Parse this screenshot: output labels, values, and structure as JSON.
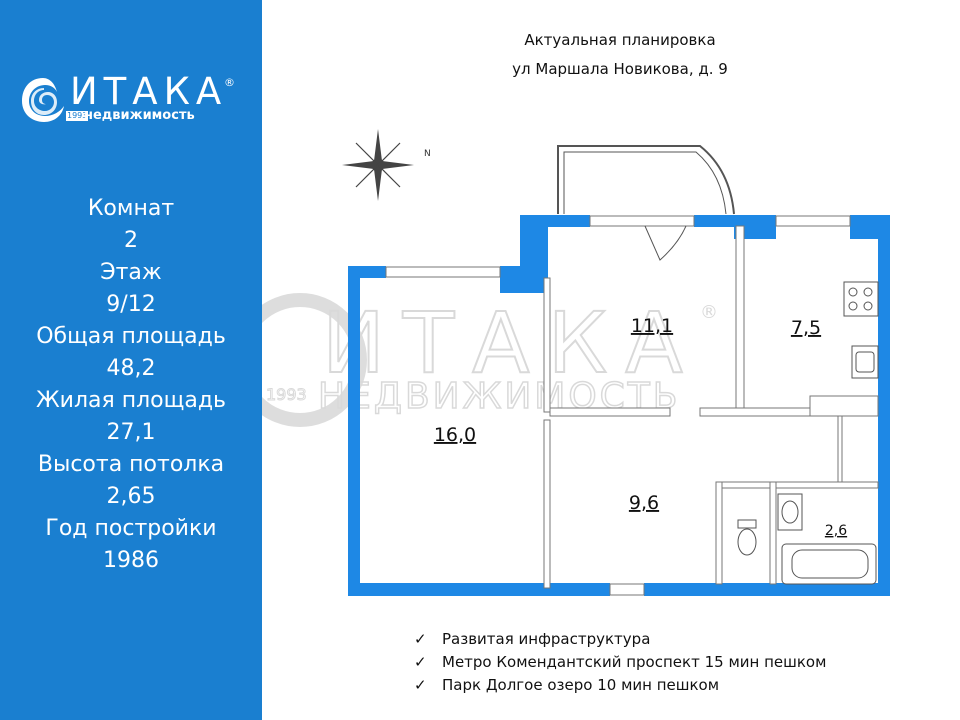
{
  "brand": {
    "name": "ИТАКА",
    "subtitle": "недвижимость",
    "year": "1993",
    "registered": "®"
  },
  "stats": [
    {
      "label": "Комнат",
      "value": "2"
    },
    {
      "label": "Этаж",
      "value": "9/12"
    },
    {
      "label": "Общая площадь",
      "value": "48,2"
    },
    {
      "label": "Жилая площадь",
      "value": "27,1"
    },
    {
      "label": "Высота потолка",
      "value": "2,65"
    },
    {
      "label": "Год постройки",
      "value": "1986"
    }
  ],
  "plan": {
    "title": "Актуальная планировка",
    "address": "ул Маршала Новикова, д. 9",
    "compass_label": "N",
    "rooms": [
      {
        "id": "room-large",
        "area": "16,0"
      },
      {
        "id": "room-middle",
        "area": "11,1"
      },
      {
        "id": "kitchen",
        "area": "7,5"
      },
      {
        "id": "hallway",
        "area": "9,6"
      },
      {
        "id": "bathroom",
        "area": "2,6"
      }
    ],
    "watermark": {
      "name": "ИТАКА",
      "subtitle": "НЕДВИЖИМОСТЬ",
      "year": "1993"
    }
  },
  "features": [
    {
      "text": "Развитая инфраструктура"
    },
    {
      "text": "Метро Комендантский проспект 15 мин пешком"
    },
    {
      "text": "Парк Долгое озеро 10 мин пешком"
    }
  ],
  "colors": {
    "brand_blue": "#1a7fd0",
    "wall_blue": "#1e88e5"
  }
}
